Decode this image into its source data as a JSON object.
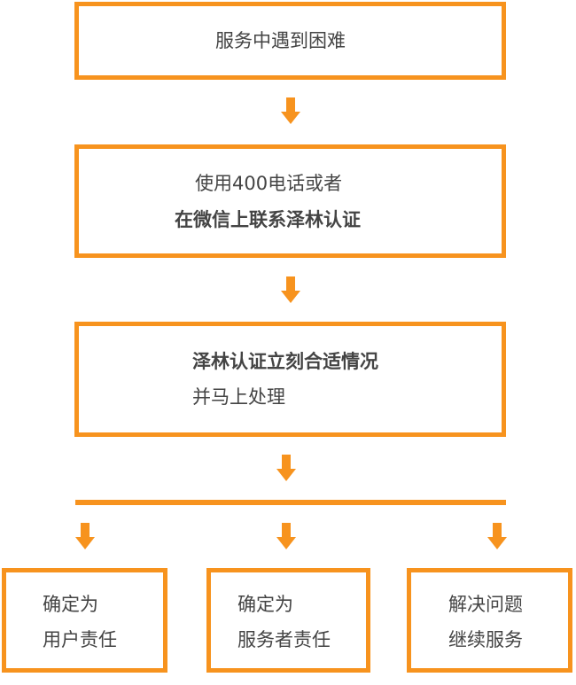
{
  "colors": {
    "accent": "#f7931e",
    "text": "#444444",
    "background": "#ffffff"
  },
  "steps": [
    {
      "lines": [
        "服务中遇到困难"
      ]
    },
    {
      "lines": [
        "使用400电话或者",
        "在微信上联系泽林认证"
      ]
    },
    {
      "lines": [
        "泽林认证立刻合适情况",
        "并马上处理"
      ]
    }
  ],
  "outcomes": [
    {
      "lines": [
        "确定为",
        "用户责任"
      ]
    },
    {
      "lines": [
        "确定为",
        "服务者责任"
      ]
    },
    {
      "lines": [
        "解决问题",
        "继续服务"
      ]
    }
  ]
}
